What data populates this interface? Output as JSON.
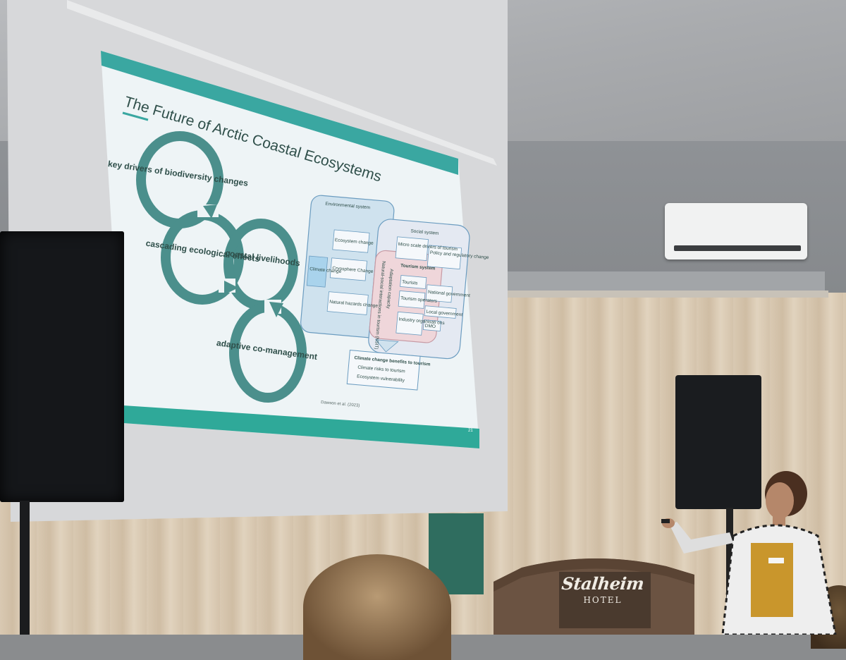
{
  "scene": {
    "description_colors": {
      "slide_accent": "#3aa7a1",
      "slide_text": "#2f4f4a",
      "ring_color": "#4b8f8c"
    }
  },
  "slide": {
    "title": "The Future of Arctic Coastal Ecosystems",
    "cycle": [
      "key drivers of biodiversity changes",
      "cascading ecological effects",
      "coastal livelihoods",
      "adaptive co-management"
    ],
    "diagram": {
      "environmental_system_label": "Environmental system",
      "social_system_label": "Social system",
      "climate_change": "Climate change",
      "env_boxes": [
        "Ecosystem change",
        "Cryosphere Change",
        "Natural hazards change"
      ],
      "social_boxes": [
        "Micro scale drivers of tourism",
        "Policy and regulatory change"
      ],
      "tourism_system_label": "Tourism system",
      "tourism_boxes": [
        "Tourists",
        "Tourism operators",
        "Industry organisati ons",
        "National government",
        "Local government",
        "DMO"
      ],
      "vertical_labels": [
        "Natural-social interactions in tourism (NSIT)",
        "Adaptation capacity"
      ],
      "outcomes": [
        "Climate change benefits to tourism",
        "Climate risks to tourism",
        "Ecosystem vulnerability"
      ]
    },
    "citation": "Dawson et al. (2023)",
    "page_number": "21"
  },
  "podium": {
    "name": "Stalheim",
    "sub": "HOTEL"
  }
}
